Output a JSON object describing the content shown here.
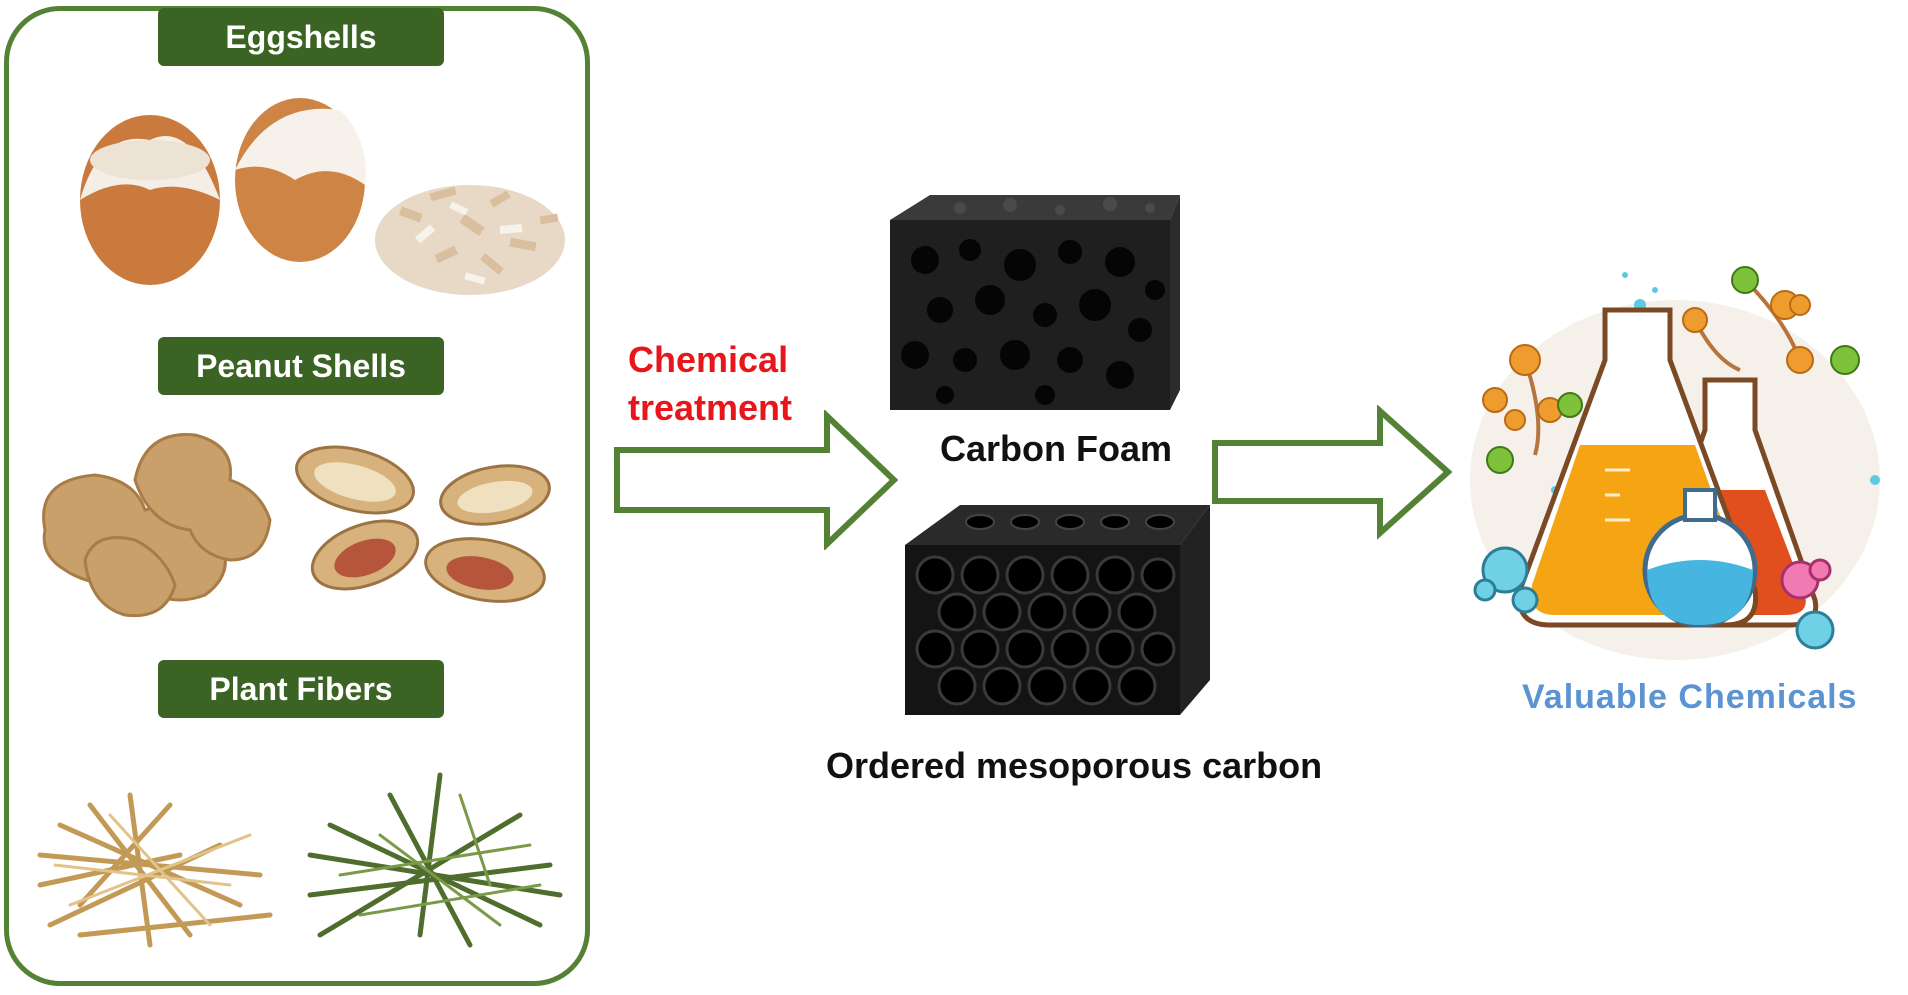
{
  "materials": {
    "eggshells_label": "Eggshells",
    "peanut_label": "Peanut Shells",
    "fibers_label": "Plant Fibers"
  },
  "process": {
    "step_label": "Chemical treatment",
    "step_label_line1": "Chemical",
    "step_label_line2": "treatment"
  },
  "products": {
    "foam_label": "Carbon Foam",
    "omc_label": "Ordered mesoporous carbon"
  },
  "result": {
    "label": "Valuable Chemicals"
  },
  "colors": {
    "frame_green": "#548235",
    "label_green": "#3b6324",
    "treatment_red": "#e8161b",
    "result_blue": "#5b93d3"
  }
}
